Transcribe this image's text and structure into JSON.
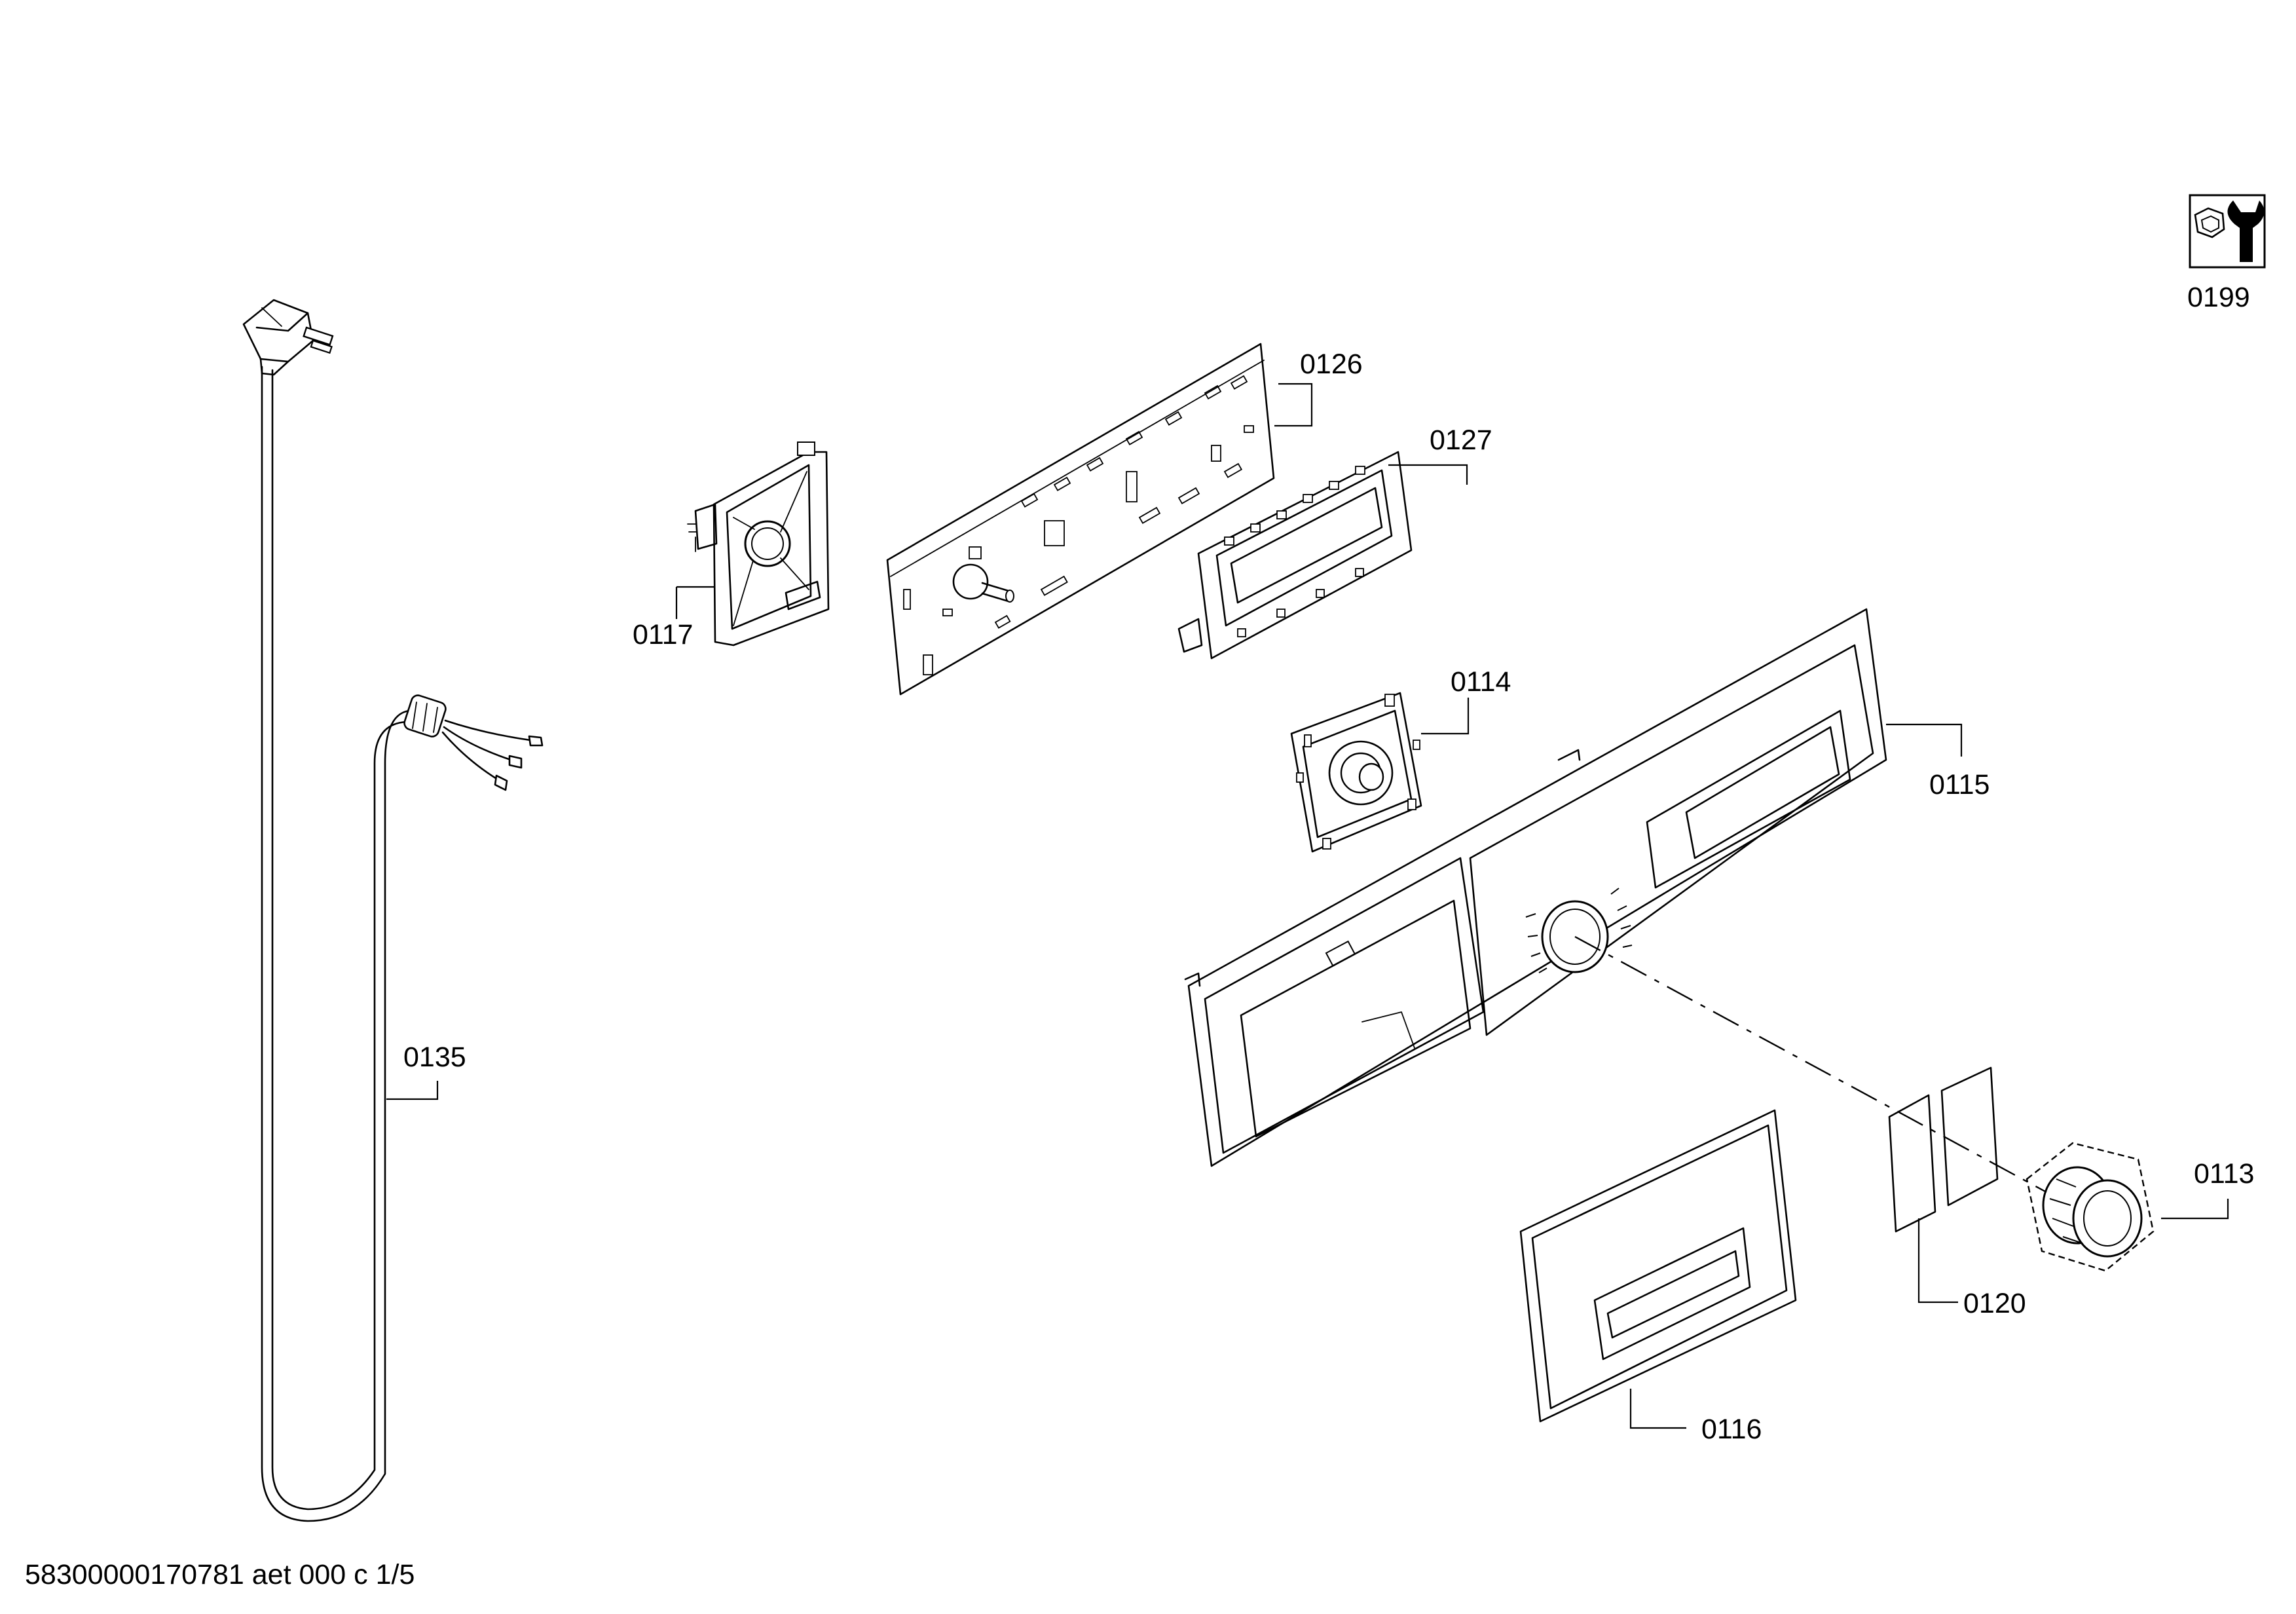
{
  "diagram": {
    "footer": "58300000170781 aet 000 c 1/5",
    "parts": {
      "p0199": "0199",
      "p0126": "0126",
      "p0127": "0127",
      "p0117": "0117",
      "p0114": "0114",
      "p0115": "0115",
      "p0135": "0135",
      "p0113": "0113",
      "p0120": "0120",
      "p0116": "0116"
    },
    "icons": {
      "service_kit": "nut-and-wrench-icon"
    }
  }
}
